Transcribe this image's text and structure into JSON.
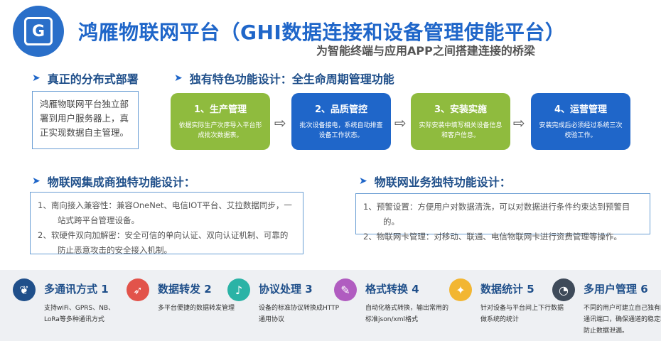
{
  "header": {
    "title": "鸿雁物联网平台（GHI数据连接和设备管理使能平台）",
    "subtitle": "为智能终端与应用APP之间搭建连接的桥梁",
    "logo_letter": "G"
  },
  "distributed": {
    "heading": "真正的分布式部署",
    "text": "鸿雁物联网平台独立部署到用户服务器上，真正实现数据自主管理。"
  },
  "lifecycle": {
    "heading": "独有特色功能设计：全生命周期管理功能",
    "stages": [
      {
        "title": "1、生产管理",
        "desc": "依据实际生产次序导入平台形成批次数据表。",
        "color": "#8fbb3e"
      },
      {
        "title": "2、品质管控",
        "desc": "批次设备接电，系统自动排查设备工作状态。",
        "color": "#1f66c9"
      },
      {
        "title": "3、安装实施",
        "desc": "实际安装中填写相关设备信息和客户信息。",
        "color": "#8fbb3e"
      },
      {
        "title": "4、运营管理",
        "desc": "安装完成后必须经过系统三次校验工作。",
        "color": "#1f66c9"
      }
    ]
  },
  "integrator": {
    "heading": "物联网集成商独特功能设计：",
    "items": [
      "1、南向接入兼容性：兼容OneNet、电信IOT平台、艾拉数据同步，一站式跨平台管理设备。",
      "2、软硬件双向加解密：安全可信的单向认证、双向认证机制、可靠的防止恶意攻击的安全接入机制。"
    ]
  },
  "business": {
    "heading": "物联网业务独特功能设计：",
    "items": [
      "1、预警设置：方便用户对数据清洗，可以对数据进行条件约束达到预警目的。",
      "2、物联网卡管理：对移动、联通、电信物联网卡进行资费管理等操作。"
    ]
  },
  "features": [
    {
      "title": "多通讯方式 1",
      "desc": "支持wiFi、GPRS、NB、LoRa等多种通讯方式",
      "icon": "leaf-icon",
      "color": "#1f4f8a"
    },
    {
      "title": "数据转发 2",
      "desc": "多平台便捷的数据转发管理",
      "icon": "send-icon",
      "color": "#e2534a"
    },
    {
      "title": "协议处理 3",
      "desc": "设备的标准协议转换成HTTP通用协议",
      "icon": "bell-icon",
      "color": "#2bb3a6"
    },
    {
      "title": "格式转换 4",
      "desc": "自动化格式转换，输出常用的标准json/xml格式",
      "icon": "paperclip-icon",
      "color": "#b05cc0"
    },
    {
      "title": "数据统计 5",
      "desc": "针对设备与平台间上下行数据做系统的统计",
      "icon": "graduation-cap-icon",
      "color": "#f2b632"
    },
    {
      "title": "多用户管理 6",
      "desc": "不同的用户可建立自己独有的通讯端口，确保通道的稳定和防止数据泄漏。",
      "icon": "gauge-icon",
      "color": "#3e4a59"
    }
  ]
}
